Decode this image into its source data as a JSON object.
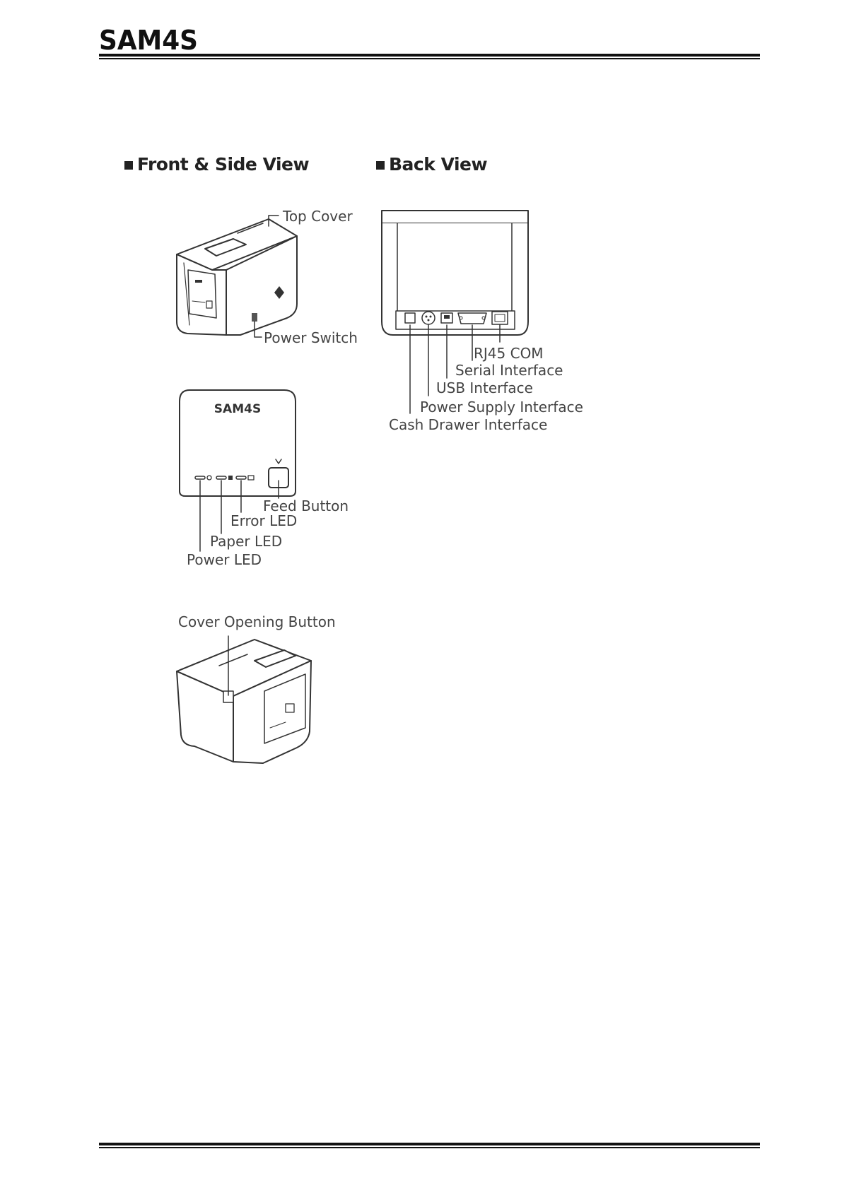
{
  "header": {
    "brand": "SAM4S"
  },
  "sections": {
    "front": {
      "title": "Front & Side View"
    },
    "back": {
      "title": "Back View"
    }
  },
  "labels": {
    "top_cover": "Top Cover",
    "power_switch": "Power Switch",
    "feed_button": "Feed Button",
    "error_led": "Error LED",
    "paper_led": "Paper LED",
    "power_led": "Power LED",
    "cover_opening_button": "Cover Opening Button",
    "rj45_com": "RJ45 COM",
    "serial_interface": "Serial Interface",
    "usb_interface": "USB Interface",
    "power_supply_interface": "Power Supply Interface",
    "cash_drawer_interface": "Cash Drawer Interface"
  }
}
